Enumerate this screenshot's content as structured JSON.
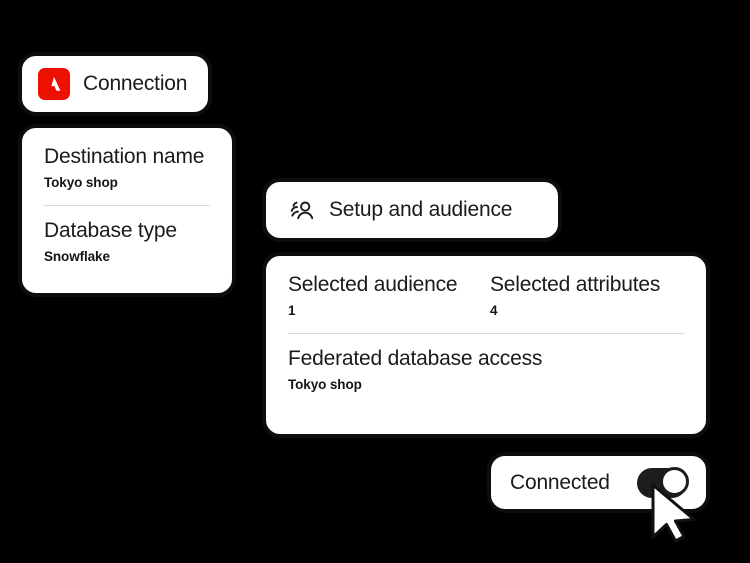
{
  "background_color": "#000000",
  "accent_color": "#eb1000",
  "card_border_color": "#0d0d0d",
  "cards": {
    "connection": {
      "name": "Connection",
      "label": "Connection",
      "logo_icon": "adobe-logo-icon"
    },
    "destination": {
      "fields": [
        {
          "title": "Destination name",
          "value": "Tokyo shop"
        },
        {
          "title": "Database type",
          "value": "Snowflake"
        }
      ]
    },
    "setup": {
      "label": "Setup and audience",
      "icon": "audience-icon"
    },
    "audience": {
      "stats": [
        {
          "title": "Selected audience",
          "value": "1"
        },
        {
          "title": "Selected attributes",
          "value": "4"
        }
      ],
      "federated": {
        "title": "Federated database access",
        "value": "Tokyo shop"
      }
    },
    "connected": {
      "label": "Connected",
      "toggle_state": "on",
      "toggle_icon": "toggle-switch-icon"
    }
  },
  "cursor": {
    "icon": "mouse-pointer-icon"
  }
}
